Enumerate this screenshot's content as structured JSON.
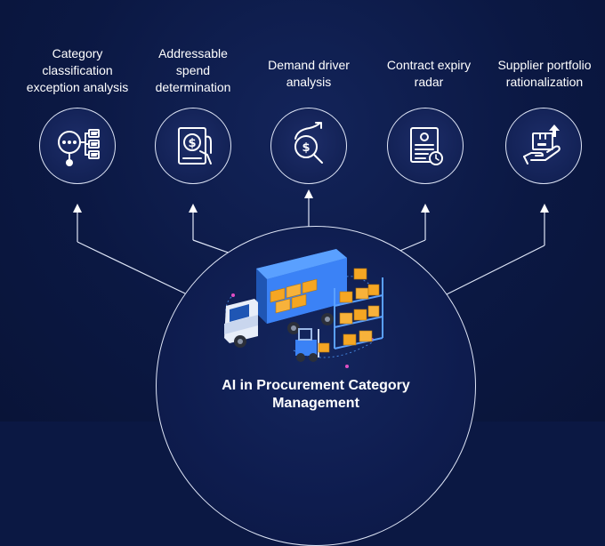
{
  "features": [
    {
      "id": "category",
      "label_lines": [
        "Category",
        "classification",
        "exception analysis"
      ],
      "icon": "magnifier-list-icon"
    },
    {
      "id": "spend",
      "label_lines": [
        "Addressable",
        "spend",
        "determination"
      ],
      "icon": "dollar-invoice-icon"
    },
    {
      "id": "demand",
      "label_lines": [
        "Demand driver",
        "analysis"
      ],
      "icon": "dollar-search-trend-icon"
    },
    {
      "id": "contract",
      "label_lines": [
        "Contract expiry",
        "radar"
      ],
      "icon": "certificate-clock-icon"
    },
    {
      "id": "supplier",
      "label_lines": [
        "Supplier portfolio",
        "rationalization"
      ],
      "icon": "hand-box-icon"
    }
  ],
  "center": {
    "title_lines": [
      "AI in Procurement Category",
      "Management"
    ],
    "illustration": "truck-warehouse-forklift-illustration"
  },
  "colors": {
    "background": "#0b1843",
    "line": "#dfe6f7",
    "box_orange": "#f5a623",
    "truck_blue": "#3b82f6"
  }
}
